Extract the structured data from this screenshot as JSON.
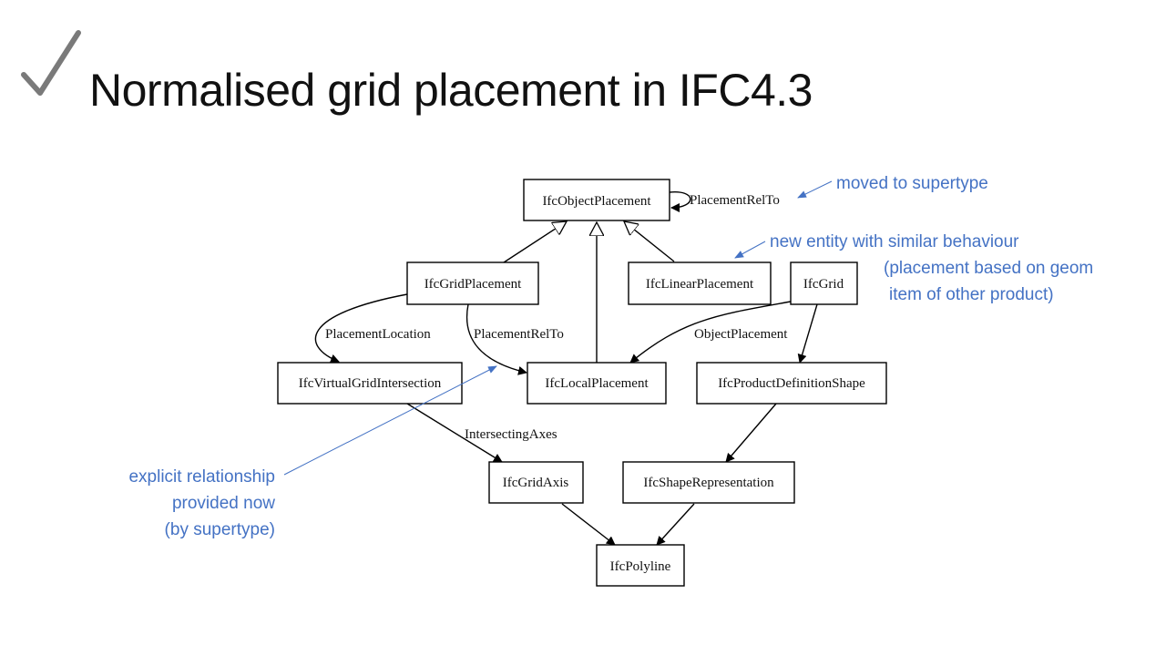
{
  "slide": {
    "title": "Normalised grid placement in IFC4.3",
    "check_icon": "checkmark-icon",
    "colors": {
      "annotation": "#4472C4",
      "check": "#7a7a7a",
      "title": "#111111"
    }
  },
  "diagram": {
    "nodes": [
      {
        "id": "objplacement",
        "label": "IfcObjectPlacement"
      },
      {
        "id": "gridplacement",
        "label": "IfcGridPlacement"
      },
      {
        "id": "linearplacement",
        "label": "IfcLinearPlacement"
      },
      {
        "id": "grid",
        "label": "IfcGrid"
      },
      {
        "id": "vgi",
        "label": "IfcVirtualGridIntersection"
      },
      {
        "id": "localplacement",
        "label": "IfcLocalPlacement"
      },
      {
        "id": "pds",
        "label": "IfcProductDefinitionShape"
      },
      {
        "id": "gridaxis",
        "label": "IfcGridAxis"
      },
      {
        "id": "shaperep",
        "label": "IfcShapeRepresentation"
      },
      {
        "id": "polyline",
        "label": "IfcPolyline"
      }
    ],
    "edges": [
      {
        "from": "objplacement",
        "to": "objplacement",
        "label": "PlacementRelTo",
        "kind": "association"
      },
      {
        "from": "gridplacement",
        "to": "objplacement",
        "label": "",
        "kind": "inheritance"
      },
      {
        "from": "localplacement",
        "to": "objplacement",
        "label": "",
        "kind": "inheritance"
      },
      {
        "from": "linearplacement",
        "to": "objplacement",
        "label": "",
        "kind": "inheritance"
      },
      {
        "from": "gridplacement",
        "to": "vgi",
        "label": "PlacementLocation",
        "kind": "association"
      },
      {
        "from": "gridplacement",
        "to": "localplacement",
        "label": "PlacementRelTo",
        "kind": "association"
      },
      {
        "from": "grid",
        "to": "localplacement",
        "label": "ObjectPlacement",
        "kind": "association"
      },
      {
        "from": "grid",
        "to": "pds",
        "label": "",
        "kind": "association"
      },
      {
        "from": "vgi",
        "to": "gridaxis",
        "label": "IntersectingAxes",
        "kind": "association"
      },
      {
        "from": "pds",
        "to": "shaperep",
        "label": "",
        "kind": "association"
      },
      {
        "from": "gridaxis",
        "to": "polyline",
        "label": "",
        "kind": "association"
      },
      {
        "from": "shaperep",
        "to": "polyline",
        "label": "",
        "kind": "association"
      }
    ]
  },
  "annotations": {
    "moved": "moved to supertype",
    "new_entity": [
      "new entity with similar behaviour",
      "(placement based on geom",
      "item of other product)"
    ],
    "explicit": [
      "explicit relationship",
      "provided now",
      "(by supertype)"
    ]
  }
}
